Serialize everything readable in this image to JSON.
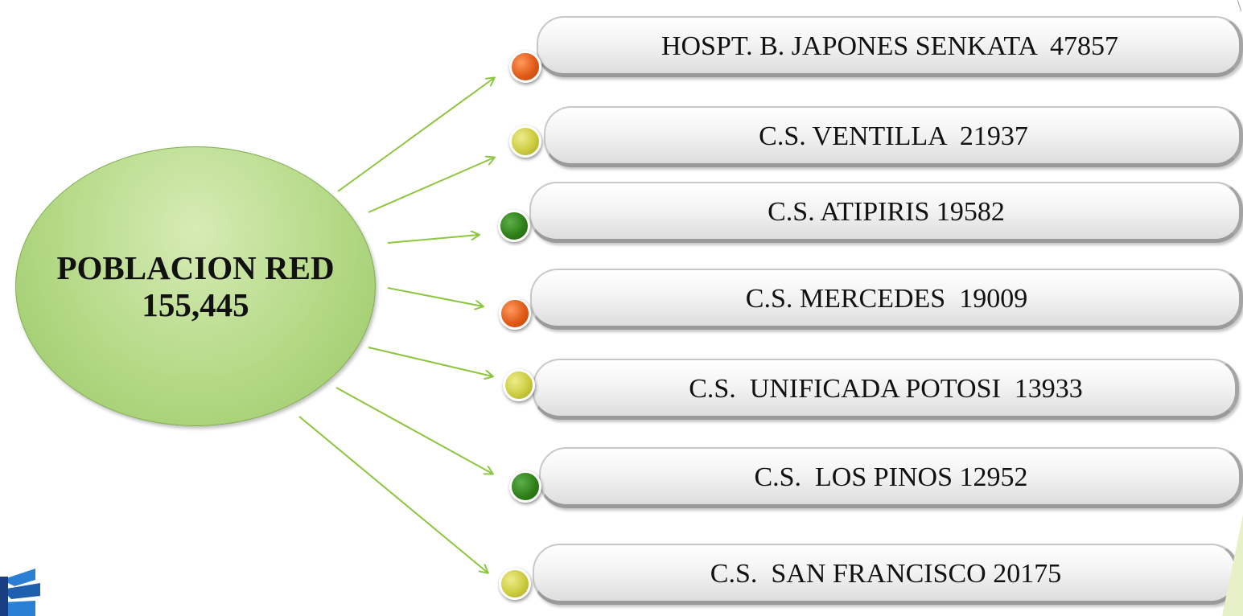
{
  "center": {
    "line1": "POBLACION RED",
    "line2": "155,445"
  },
  "items": [
    {
      "label": "HOSPT. B. JAPONES SENKATA  47857",
      "dot_color": "orange"
    },
    {
      "label": "C.S. VENTILLA  21937",
      "dot_color": "olive"
    },
    {
      "label": "C.S. ATIPIRIS 19582",
      "dot_color": "green"
    },
    {
      "label": "C.S. MERCEDES  19009",
      "dot_color": "orange"
    },
    {
      "label": "C.S.  UNIFICADA POTOSI  13933",
      "dot_color": "olive"
    },
    {
      "label": "C.S.  LOS PINOS 12952",
      "dot_color": "green"
    },
    {
      "label": "C.S.  SAN FRANCISCO 20175",
      "dot_color": "olive"
    }
  ],
  "colors": {
    "arrow": "#8cc63f",
    "orange": "#e05a18",
    "olive": "#cccc40",
    "green": "#2f8018",
    "oval_fill": "#b4d986"
  }
}
